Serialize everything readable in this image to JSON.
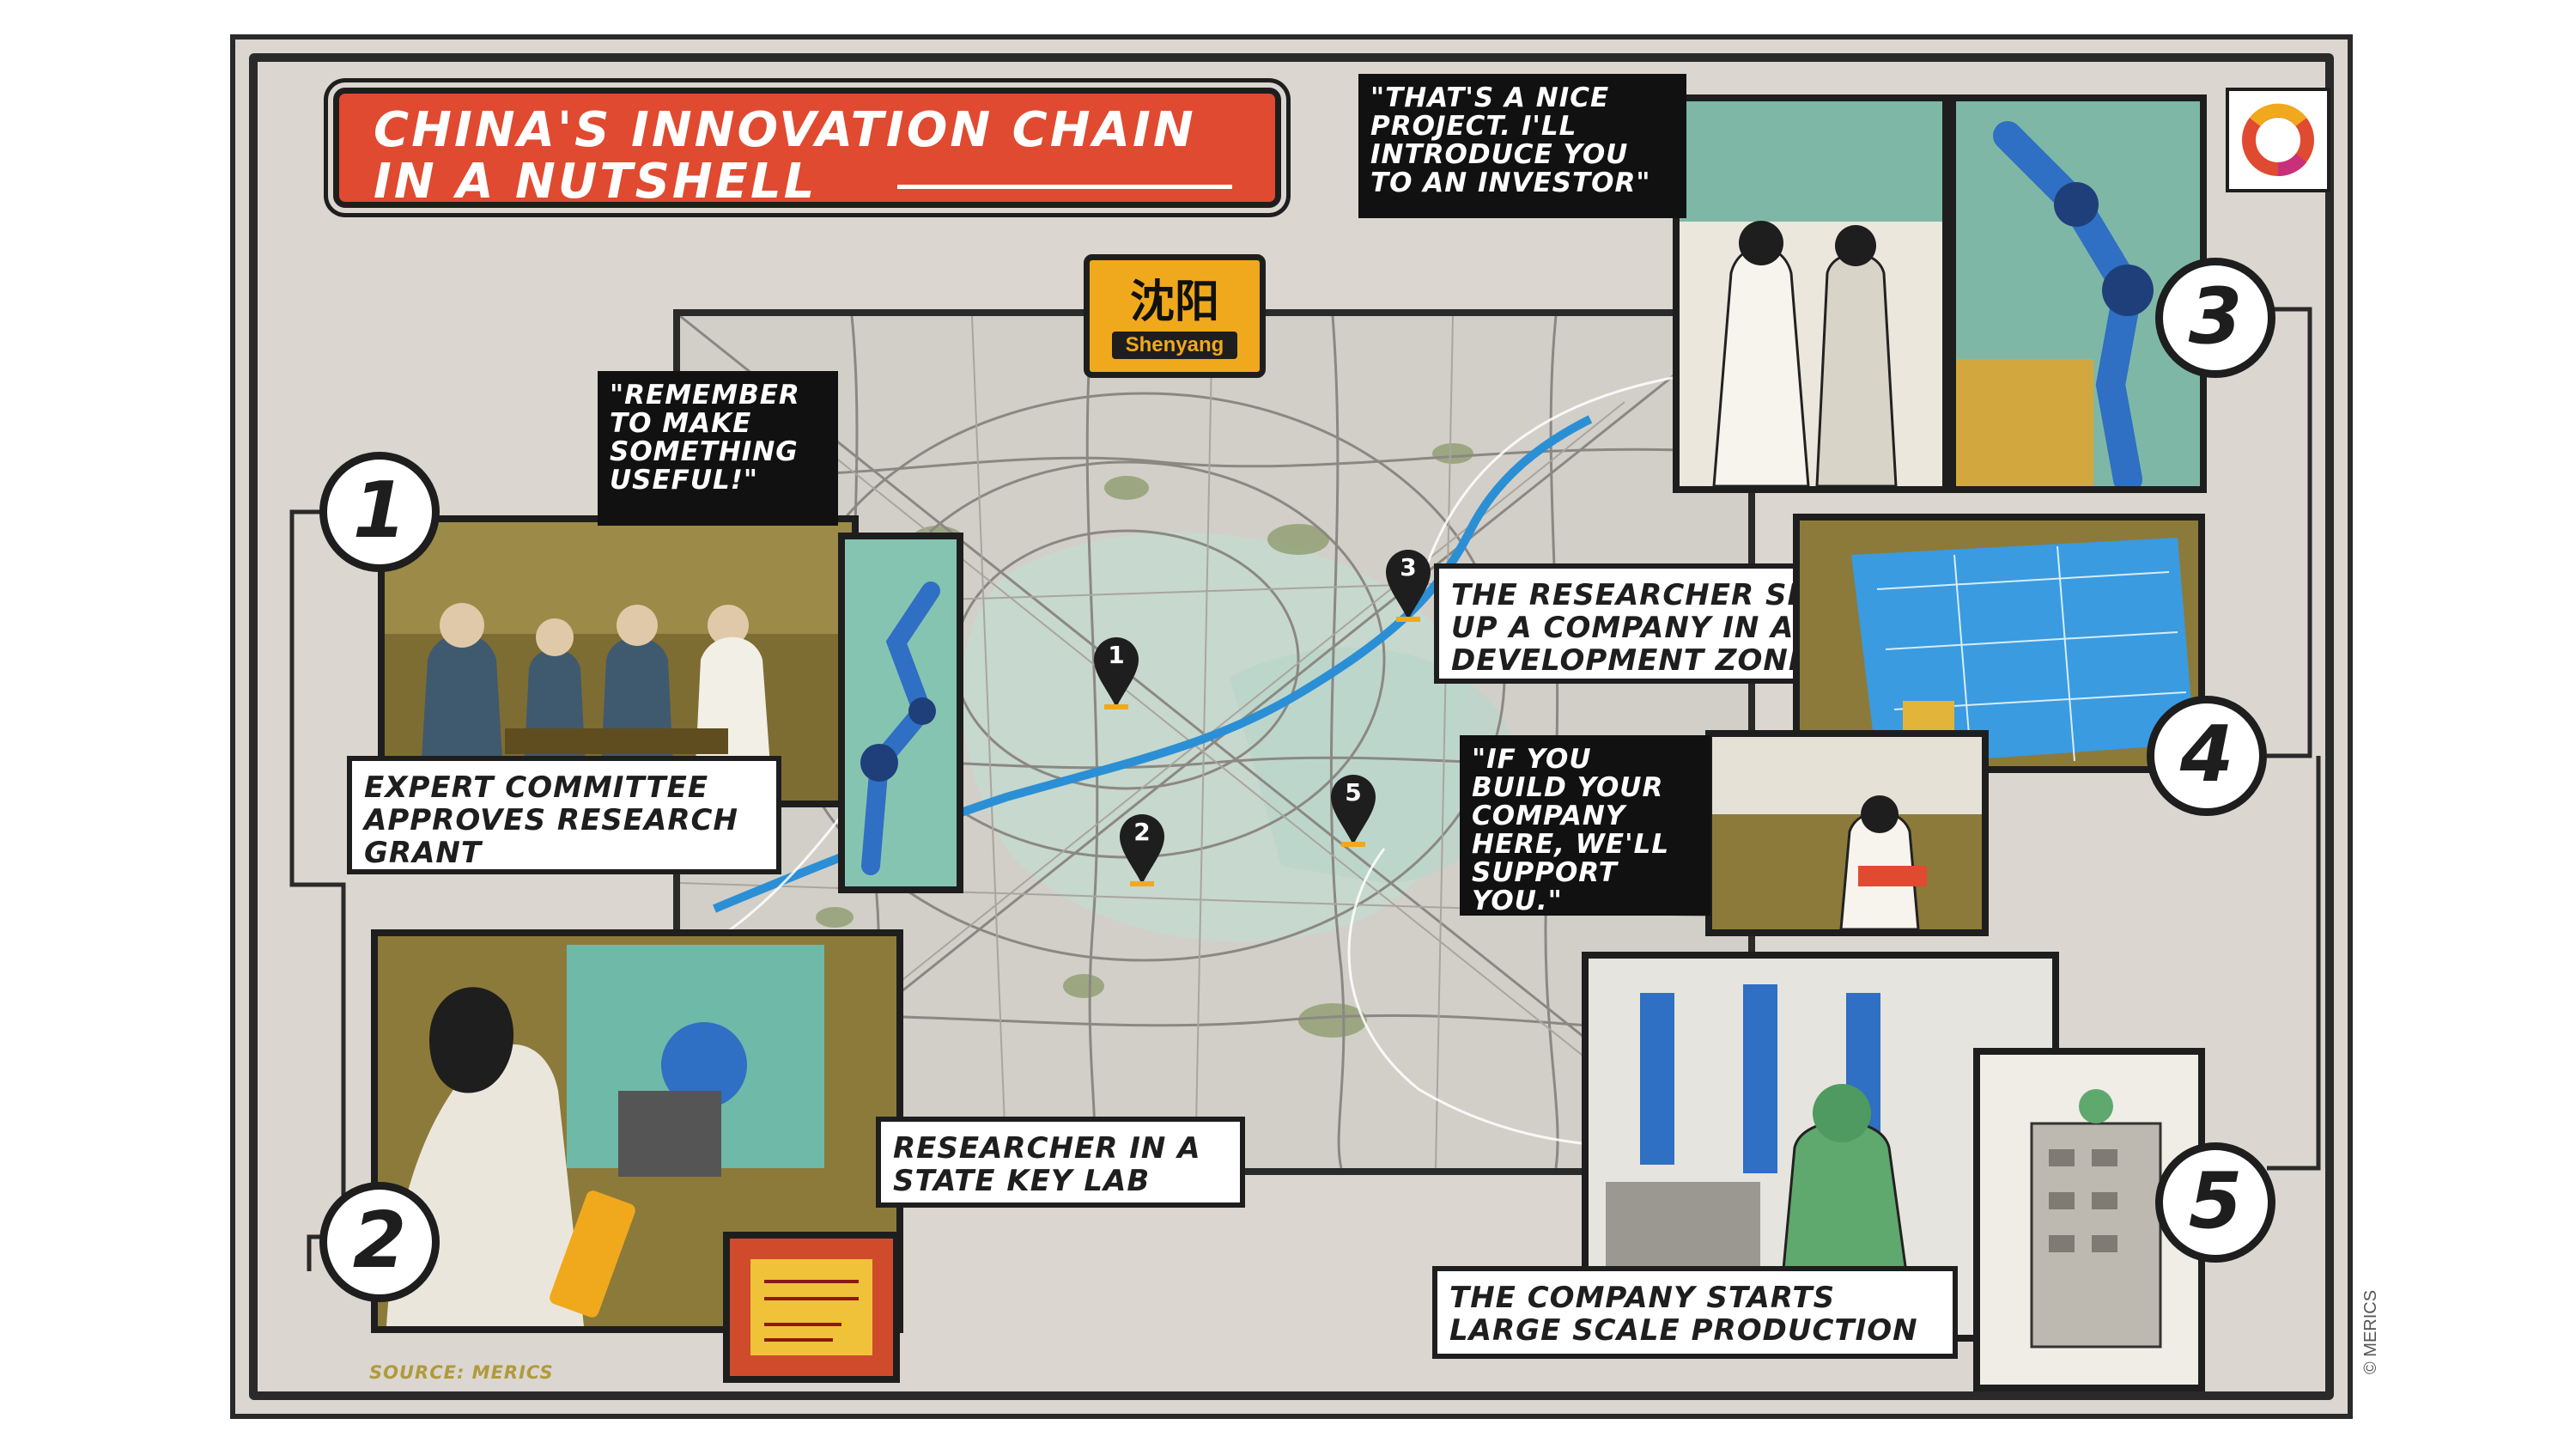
{
  "title": {
    "line1": "CHINA'S INNOVATION CHAIN",
    "line2": "IN A NUTSHELL"
  },
  "city_sign": {
    "chinese": "沈阳",
    "english": "Shenyang"
  },
  "steps": [
    {
      "number": "1",
      "caption": "EXPERT COMMITTEE\nAPPROVES RESEARCH\nGRANT",
      "quote": "\"REMEMBER\nTO MAKE\nSOMETHING\nUSEFUL!\""
    },
    {
      "number": "2",
      "caption": "RESEARCHER IN A\nSTATE KEY LAB"
    },
    {
      "number": "3",
      "caption": "THE RESEARCHER SETS\nUP A COMPANY IN A\nDEVELOPMENT ZONE",
      "quote": "\"THAT'S A NICE\nPROJECT. I'LL\nINTRODUCE YOU\nTO AN INVESTOR\""
    },
    {
      "number": "4",
      "quote": "\"IF YOU\nBUILD YOUR\nCOMPANY\nHERE, WE'LL\nSUPPORT\nYOU.\""
    },
    {
      "number": "5",
      "caption": "THE COMPANY STARTS\nLARGE SCALE PRODUCTION"
    }
  ],
  "map_pins": [
    "1",
    "2",
    "3",
    "5"
  ],
  "source": "SOURCE: MERICS",
  "copyright": "© MERICS",
  "colors": {
    "title_red": "#e04a30",
    "sign_yellow": "#f0a91c",
    "river_blue": "#2b8fd6",
    "panel_teal": "#6fb9a8",
    "panel_olive": "#8c7a3a",
    "robot_blue": "#2f6fc4"
  }
}
